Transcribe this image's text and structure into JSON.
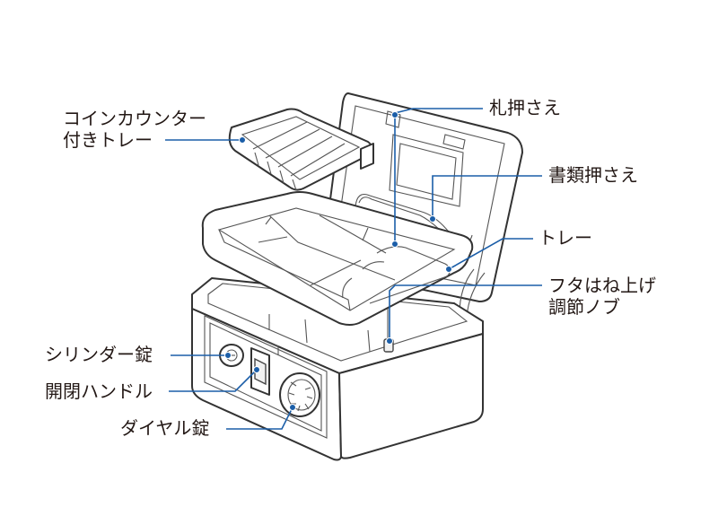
{
  "labels": {
    "coin_tray_line1": "コインカウンター",
    "coin_tray_line2": "付きトレー",
    "bill_holder": "札押さえ",
    "document_holder": "書類押さえ",
    "tray": "トレー",
    "lid_knob_line1": "フタはね上げ",
    "lid_knob_line2": "調節ノブ",
    "cylinder_lock": "シリンダー錠",
    "open_handle": "開閉ハンドル",
    "dial_lock": "ダイヤル錠"
  },
  "colors": {
    "leader_line": "#1b5ea8",
    "outline": "#333333",
    "text": "#231815"
  }
}
